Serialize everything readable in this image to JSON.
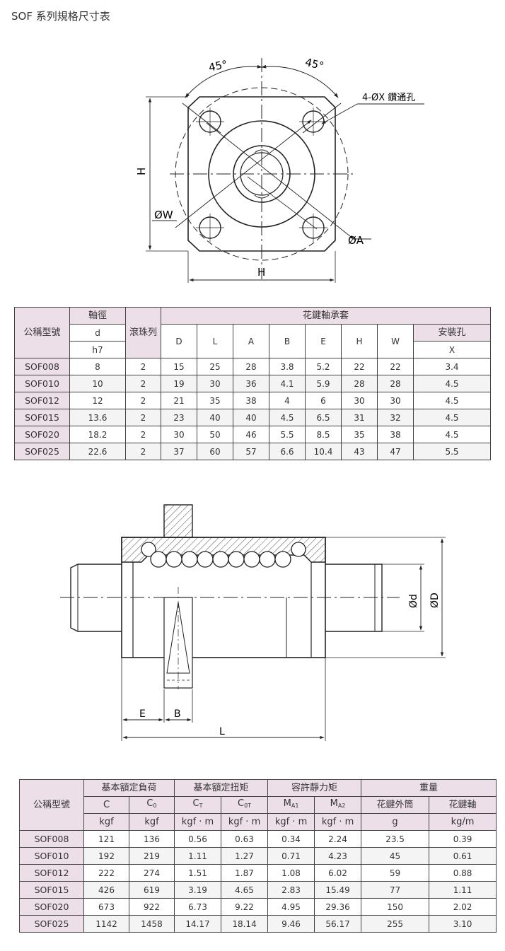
{
  "page": {
    "title": "SOF 系列規格尺寸表"
  },
  "flange_view": {
    "angle_left": "45°",
    "angle_right": "45°",
    "hole_label": "4-ØX 鑽通孔",
    "label_w": "ØW",
    "label_a": "ØA",
    "label_h_side": "H",
    "label_h_bottom": "H"
  },
  "side_view": {
    "label_e": "E",
    "label_b": "B",
    "label_l": "L",
    "label_d_small": "Ød",
    "label_d_large": "ØD"
  },
  "table1": {
    "header": {
      "model": "公稱型號",
      "shaft": "軸徑",
      "ball_rows": "滾珠列",
      "nut": "花鍵軸承套",
      "d": "d",
      "h7": "h7",
      "D": "D",
      "L": "L",
      "A": "A",
      "B": "B",
      "E": "E",
      "H": "H",
      "W": "W",
      "mount_hole": "安裝孔",
      "X": "X"
    },
    "rows": [
      [
        "SOF008",
        "8",
        "2",
        "15",
        "25",
        "28",
        "3.8",
        "5.2",
        "22",
        "22",
        "3.4"
      ],
      [
        "SOF010",
        "10",
        "2",
        "19",
        "30",
        "36",
        "4.1",
        "5.9",
        "28",
        "28",
        "4.5"
      ],
      [
        "SOF012",
        "12",
        "2",
        "21",
        "35",
        "38",
        "4",
        "6",
        "30",
        "30",
        "4.5"
      ],
      [
        "SOF015",
        "13.6",
        "2",
        "23",
        "40",
        "40",
        "4.5",
        "6.5",
        "31",
        "32",
        "4.5"
      ],
      [
        "SOF020",
        "18.2",
        "2",
        "30",
        "50",
        "46",
        "5.5",
        "8.5",
        "35",
        "38",
        "4.5"
      ],
      [
        "SOF025",
        "22.6",
        "2",
        "37",
        "60",
        "57",
        "6.6",
        "10.4",
        "43",
        "47",
        "5.5"
      ]
    ]
  },
  "table2": {
    "header": {
      "model": "公稱型號",
      "dyn_load": "基本額定負荷",
      "torque": "基本額定扭矩",
      "moment": "容許靜力矩",
      "weight": "重量",
      "C": "C",
      "C0_main": "C",
      "C0_sub": "0",
      "CT_main": "C",
      "CT_sub": "T",
      "C0T_main": "C",
      "C0T_sub": "0T",
      "MA1_main": "M",
      "MA1_sub": "A1",
      "MA2_main": "M",
      "MA2_sub": "A2",
      "nut_outer": "花鍵外筒",
      "shaft": "花鍵軸",
      "u_kgf1": "kgf",
      "u_kgf2": "kgf",
      "u_kgfm1": "kgf · m",
      "u_kgfm2": "kgf · m",
      "u_kgfm3": "kgf · m",
      "u_kgfm4": "kgf · m",
      "u_g": "g",
      "u_kgm": "kg/m"
    },
    "rows": [
      [
        "SOF008",
        "121",
        "136",
        "0.56",
        "0.63",
        "0.34",
        "2.24",
        "23.5",
        "0.39"
      ],
      [
        "SOF010",
        "192",
        "219",
        "1.11",
        "1.27",
        "0.71",
        "4.23",
        "45",
        "0.61"
      ],
      [
        "SOF012",
        "222",
        "274",
        "1.51",
        "1.87",
        "1.08",
        "6.02",
        "59",
        "0.88"
      ],
      [
        "SOF015",
        "426",
        "619",
        "3.19",
        "4.65",
        "2.83",
        "15.49",
        "77",
        "1.11"
      ],
      [
        "SOF020",
        "673",
        "922",
        "6.73",
        "9.22",
        "4.95",
        "29.36",
        "150",
        "2.02"
      ],
      [
        "SOF025",
        "1142",
        "1458",
        "14.17",
        "18.14",
        "9.46",
        "56.17",
        "255",
        "3.10"
      ]
    ]
  }
}
